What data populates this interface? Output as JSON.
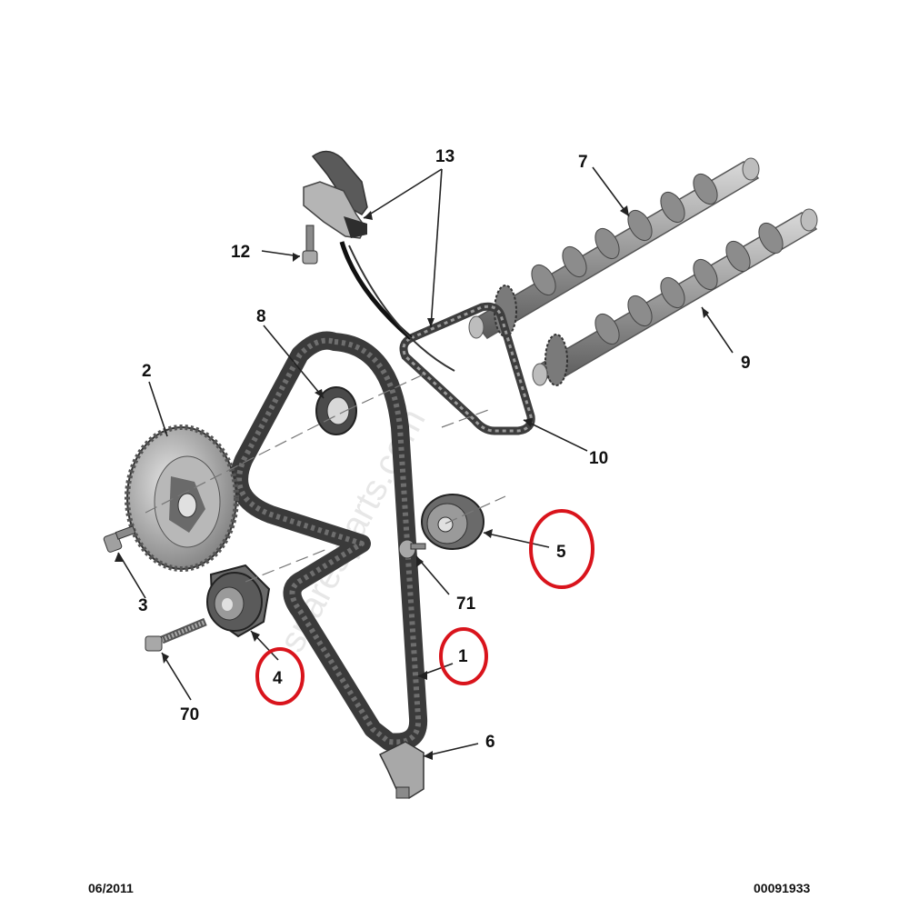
{
  "diagram": {
    "callouts": [
      {
        "id": "13",
        "label": "13"
      },
      {
        "id": "7",
        "label": "7"
      },
      {
        "id": "12",
        "label": "12"
      },
      {
        "id": "8",
        "label": "8"
      },
      {
        "id": "2",
        "label": "2"
      },
      {
        "id": "9",
        "label": "9"
      },
      {
        "id": "10",
        "label": "10"
      },
      {
        "id": "5",
        "label": "5"
      },
      {
        "id": "3",
        "label": "3"
      },
      {
        "id": "71",
        "label": "71"
      },
      {
        "id": "1",
        "label": "1"
      },
      {
        "id": "4",
        "label": "4"
      },
      {
        "id": "70",
        "label": "70"
      },
      {
        "id": "6",
        "label": "6"
      }
    ],
    "highlighted": [
      "5",
      "1",
      "4"
    ],
    "highlight_color": "#d9141c",
    "watermark": "sparesparts.com"
  },
  "footer": {
    "date": "06/2011",
    "code": "00091933"
  }
}
